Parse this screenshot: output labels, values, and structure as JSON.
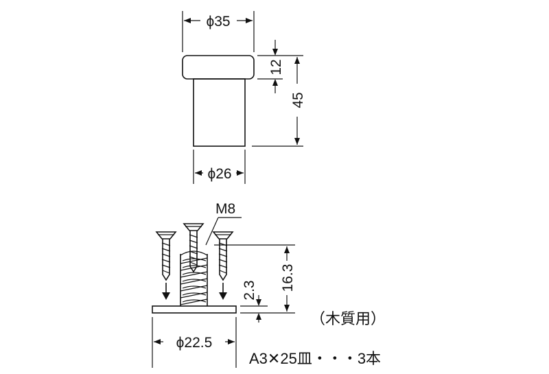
{
  "top_view": {
    "cap_diameter": "ϕ35",
    "cap_height": "12",
    "total_height": "45",
    "body_diameter": "ϕ26"
  },
  "bottom_view": {
    "thread": "M8",
    "stud_length": "16.3",
    "plate_thickness": "2.3",
    "plate_diameter": "ϕ22.5",
    "usage_note": "（木質用）",
    "screw_spec": "A3✕25皿・・・3本"
  }
}
